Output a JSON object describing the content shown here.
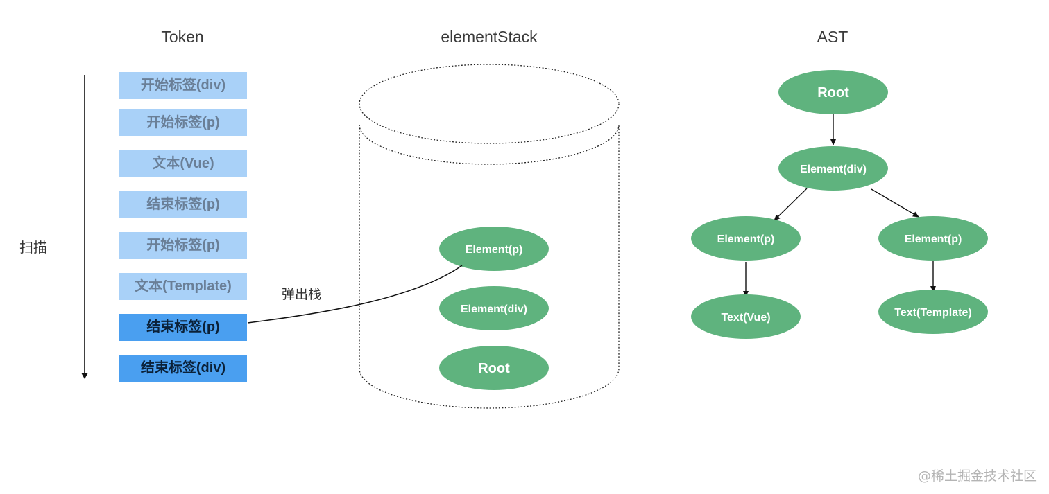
{
  "titles": {
    "token": "Token",
    "stack": "elementStack",
    "ast": "AST"
  },
  "scan_label": "扫描",
  "pop_label": "弹出栈",
  "tokens": [
    {
      "label": "开始标签(div)",
      "state": "inactive"
    },
    {
      "label": "开始标签(p)",
      "state": "inactive"
    },
    {
      "label": "文本(Vue)",
      "state": "inactive"
    },
    {
      "label": "结束标签(p)",
      "state": "inactive"
    },
    {
      "label": "开始标签(p)",
      "state": "inactive"
    },
    {
      "label": "文本(Template)",
      "state": "inactive"
    },
    {
      "label": "结束标签(p)",
      "state": "active"
    },
    {
      "label": "结束标签(div)",
      "state": "active"
    }
  ],
  "stack_items": [
    "Element(p)",
    "Element(div)",
    "Root"
  ],
  "ast": {
    "root": "Root",
    "div": "Element(div)",
    "p_left": "Element(p)",
    "p_right": "Element(p)",
    "text_left": "Text(Vue)",
    "text_right": "Text(Template)"
  },
  "colors": {
    "token_inactive": "#a9d1f8",
    "token_active": "#4a9ff0",
    "node_fill": "#5fb37e"
  },
  "watermark": "@稀土掘金技术社区"
}
